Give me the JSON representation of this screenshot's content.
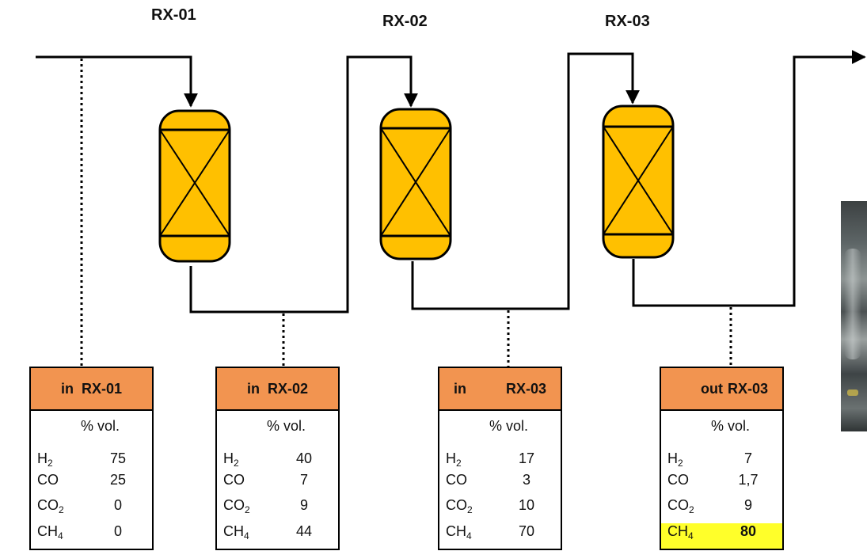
{
  "reactors": [
    {
      "label": "RX-01"
    },
    {
      "label": "RX-02"
    },
    {
      "label": "RX-03"
    }
  ],
  "tables": [
    {
      "dir": "in",
      "reactor": "RX-01",
      "unit": "% vol.",
      "rows": [
        {
          "sp": "H",
          "sub": "2",
          "val": "75"
        },
        {
          "sp": "CO",
          "sub": "",
          "val": "25"
        },
        {
          "sp": "CO",
          "sub": "2",
          "val": "0"
        },
        {
          "sp": "CH",
          "sub": "4",
          "val": "0"
        }
      ]
    },
    {
      "dir": "in",
      "reactor": "RX-02",
      "unit": "% vol.",
      "rows": [
        {
          "sp": "H",
          "sub": "2",
          "val": "40"
        },
        {
          "sp": "CO",
          "sub": "",
          "val": "7"
        },
        {
          "sp": "CO",
          "sub": "2",
          "val": "9"
        },
        {
          "sp": "CH",
          "sub": "4",
          "val": "44"
        }
      ]
    },
    {
      "dir": "in",
      "reactor": "RX-03",
      "unit": "% vol.",
      "rows": [
        {
          "sp": "H",
          "sub": "2",
          "val": "17"
        },
        {
          "sp": "CO",
          "sub": "",
          "val": "3"
        },
        {
          "sp": "CO",
          "sub": "2",
          "val": "10"
        },
        {
          "sp": "CH",
          "sub": "4",
          "val": "70"
        }
      ]
    },
    {
      "dir": "out",
      "reactor": "RX-03",
      "unit": "% vol.",
      "rows": [
        {
          "sp": "H",
          "sub": "2",
          "val": "7"
        },
        {
          "sp": "CO",
          "sub": "",
          "val": "1,7"
        },
        {
          "sp": "CO",
          "sub": "2",
          "val": "9"
        },
        {
          "sp": "CH",
          "sub": "4",
          "val": "80",
          "highlight": true
        }
      ]
    }
  ],
  "colors": {
    "reactor_fill": "#ffc000",
    "table_header": "#f29450",
    "highlight": "#ffff2a",
    "line": "#000000"
  }
}
